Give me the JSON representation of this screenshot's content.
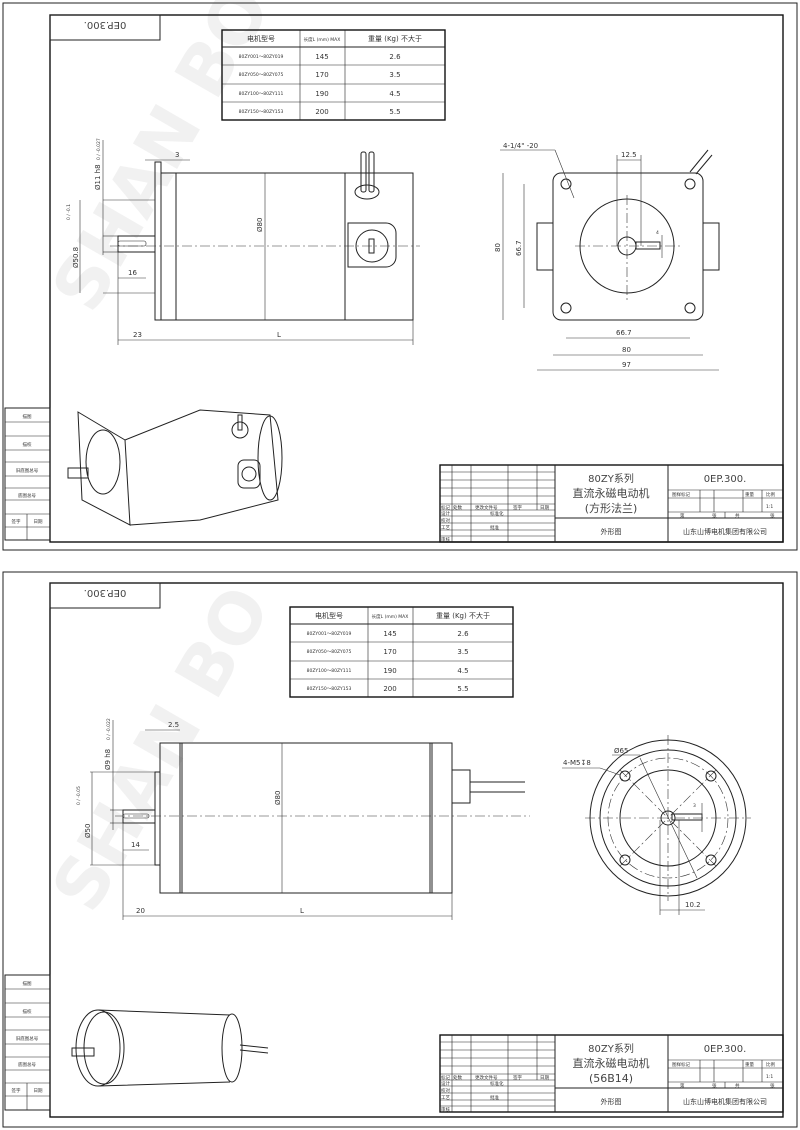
{
  "watermark": "SHAN BO",
  "sheets": [
    {
      "stamp": "0EP.300.",
      "table": {
        "headers": [
          "电机型号",
          "长度L (mm) MAX",
          "重量 (Kg) 不大于"
        ],
        "rows": [
          [
            "80ZY001～80ZY019",
            "145",
            "2.6"
          ],
          [
            "80ZY050～80ZY075",
            "170",
            "3.5"
          ],
          [
            "80ZY100～80ZY111",
            "190",
            "4.5"
          ],
          [
            "80ZY150～80ZY153",
            "200",
            "5.5"
          ]
        ]
      },
      "dims": {
        "flange_thk": "3",
        "shaft_dia": "Ø11 h8",
        "shaft_tol": "0 / -0.027",
        "pilot_dia": "Ø50.8",
        "pilot_tol": "0 / -0.1",
        "body_dia": "Ø80",
        "key_len": "16",
        "shaft_len": "23",
        "length": "L",
        "holes": "4-1/4\" -20",
        "key_w": "12.5",
        "key_h": "4",
        "v80": "80",
        "v667": "66.7",
        "h667": "66.7",
        "h80": "80",
        "h97": "97"
      },
      "title_block": {
        "series": "80ZY系列",
        "name": "直流永磁电动机",
        "variant": "(方形法兰)",
        "drawing_type": "外形图",
        "code": "0EP.300.",
        "company": "山东山博电机集团有限公司",
        "scale": "1:1",
        "hdr": [
          "图样标记",
          "重量",
          "比例"
        ],
        "sheet_info": [
          "第",
          "张",
          "共",
          "张"
        ],
        "rev_hdr": [
          "标记",
          "处数",
          "更改文件号",
          "签字",
          "日期"
        ],
        "roles": [
          "设计",
          "标准化",
          "校对",
          "工艺",
          "批准",
          "审核"
        ]
      },
      "side_strip": [
        "描图",
        "描校",
        "旧底图总号",
        "底图总号",
        "签字",
        "日期"
      ]
    },
    {
      "stamp": "0EP.300.",
      "table": {
        "headers": [
          "电机型号",
          "长度L (mm) MAX",
          "重量 (Kg) 不大于"
        ],
        "rows": [
          [
            "80ZY001～80ZY019",
            "145",
            "2.6"
          ],
          [
            "80ZY050～80ZY075",
            "170",
            "3.5"
          ],
          [
            "80ZY100～80ZY111",
            "190",
            "4.5"
          ],
          [
            "80ZY150～80ZY153",
            "200",
            "5.5"
          ]
        ]
      },
      "dims": {
        "flange_thk": "2.5",
        "shaft_dia": "Ø9 h8",
        "shaft_tol": "0 / -0.022",
        "pilot_dia": "Ø50",
        "pilot_tol": "0 / -0.05",
        "body_dia": "Ø80",
        "key_len": "14",
        "shaft_len": "20",
        "length": "L",
        "pcd": "Ø65",
        "holes": "4-M5↧8",
        "key_h": "3",
        "key_w": "10.2"
      },
      "title_block": {
        "series": "80ZY系列",
        "name": "直流永磁电动机",
        "variant": "(56B14)",
        "drawing_type": "外形图",
        "code": "0EP.300.",
        "company": "山东山博电机集团有限公司",
        "scale": "1:1",
        "hdr": [
          "图样标记",
          "重量",
          "比例"
        ],
        "sheet_info": [
          "第",
          "张",
          "共",
          "张"
        ],
        "rev_hdr": [
          "标记",
          "处数",
          "更改文件号",
          "签字",
          "日期"
        ],
        "roles": [
          "设计",
          "标准化",
          "校对",
          "工艺",
          "批准",
          "审核"
        ]
      },
      "side_strip": [
        "描图",
        "描校",
        "旧底图总号",
        "底图总号",
        "签字",
        "日期"
      ]
    }
  ]
}
